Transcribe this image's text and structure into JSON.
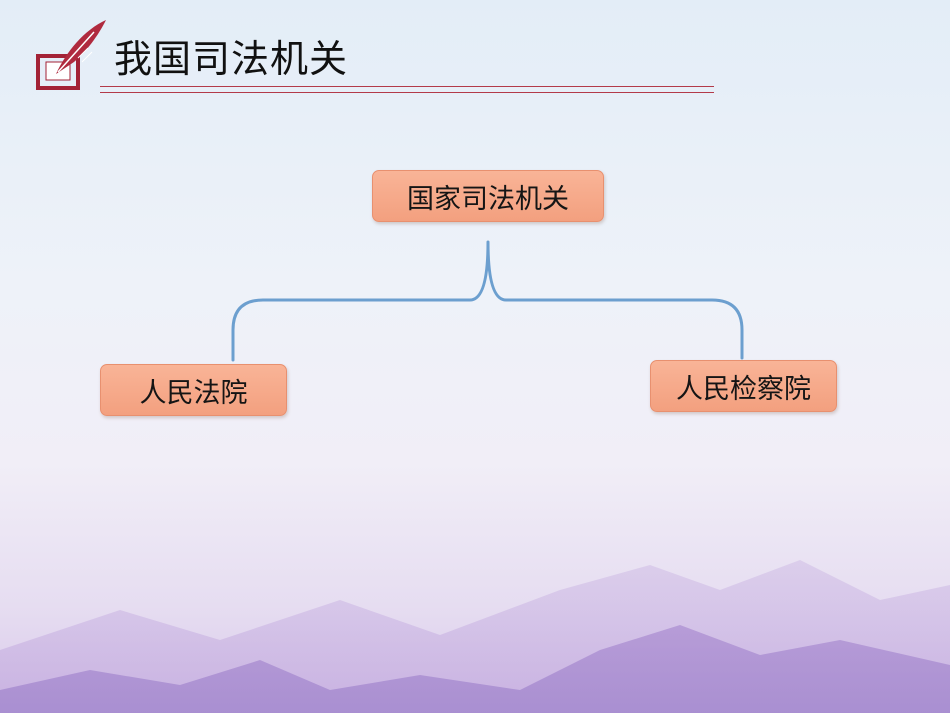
{
  "header": {
    "title": "我国司法机关",
    "icon": "quill-document-icon"
  },
  "diagram": {
    "root": "国家司法机关",
    "children": [
      "人民法院",
      "人民检察院"
    ]
  },
  "colors": {
    "node_fill": "#f5a685",
    "connector": "#6c9fcf",
    "title_rule": "#b33a4a",
    "icon": "#a32236"
  }
}
